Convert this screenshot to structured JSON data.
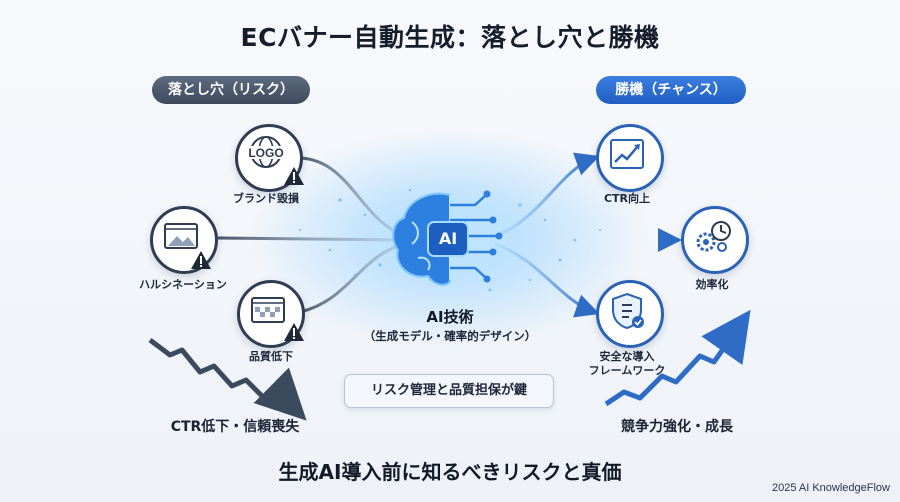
{
  "title": "ECバナー自動生成：落とし穴と勝機",
  "risk_header": "落とし穴（リスク）",
  "chance_header": "勝機（チャンス）",
  "risks": [
    {
      "label": "ブランド毀損",
      "icon": "logo-warning-icon",
      "icon_text": "LOGO"
    },
    {
      "label": "ハルシネーション",
      "icon": "image-warning-icon"
    },
    {
      "label": "品質低下",
      "icon": "low-quality-image-warning-icon"
    }
  ],
  "chances": [
    {
      "label": "CTR向上",
      "icon": "trend-up-chart-icon"
    },
    {
      "label": "効率化",
      "icon": "gears-clock-icon"
    },
    {
      "label_line1": "安全な導入",
      "label_line2": "フレームワーク",
      "icon": "shield-checklist-icon"
    }
  ],
  "center": {
    "brain_text": "AI",
    "title": "AI技術",
    "subtitle": "（生成モデル・確率的デザイン）",
    "key_message": "リスク管理と品質担保が鍵"
  },
  "bottom_left": "CTR低下・信頼喪失",
  "bottom_right": "競争力強化・成長",
  "footer": "生成AI導入前に知るべきリスクと真価",
  "credit": "2025 AI KnowledgeFlow",
  "colors": {
    "risk_dark": "#2f3c52",
    "chance_blue": "#2a62b8",
    "warning": "#1e2838",
    "glow": "#6ec3ff"
  }
}
